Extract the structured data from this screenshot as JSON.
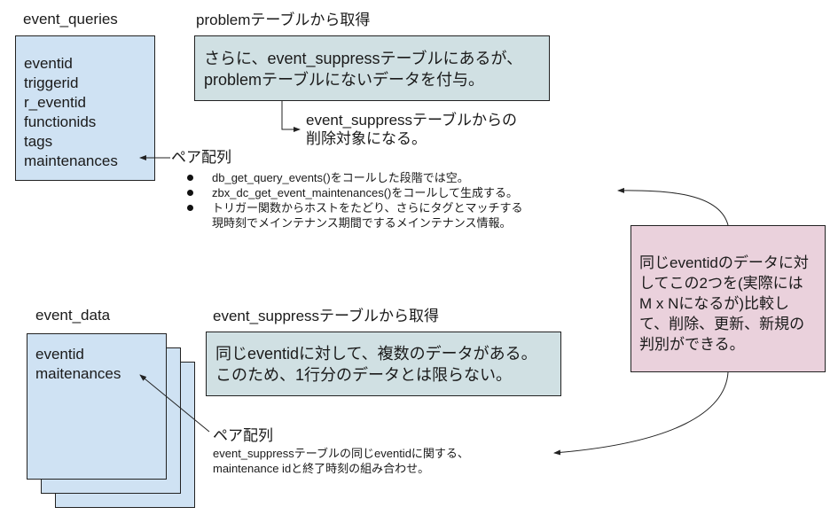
{
  "event_queries": {
    "title": "event_queries",
    "fields": [
      "eventid",
      "triggerid",
      "r_eventid",
      "functionids",
      "tags",
      "maintenances"
    ]
  },
  "problem_section": {
    "title": "problemテーブルから取得",
    "box_lines": [
      "さらに、event_suppressテーブルにあるが、",
      "problemテーブルにないデータを付与。"
    ],
    "note_lines": [
      "event_suppressテーブルからの",
      "削除対象になる。"
    ]
  },
  "maintenances_note": {
    "label": "ペア配列",
    "bullets": [
      {
        "lines": [
          "db_get_query_events()をコールした段階では空。"
        ]
      },
      {
        "lines": [
          "zbx_dc_get_event_maintenances()をコールして生成する。"
        ]
      },
      {
        "lines": [
          "トリガー関数からホストをたどり、さらにタグとマッチする",
          "現時刻でメインテナンス期間でするメインテナンス情報。"
        ]
      }
    ]
  },
  "comparison_box": {
    "lines": [
      "同じeventidのデータに対",
      "してこの2つを(実際には",
      "M x Nになるが)比較し",
      "て、削除、更新、新規の",
      "判別ができる。"
    ]
  },
  "event_data": {
    "title": "event_data",
    "fields": [
      "eventid",
      "maitenances"
    ]
  },
  "event_suppress_section": {
    "title": "event_suppressテーブルから取得",
    "box_lines": [
      "同じeventidに対して、複数のデータがある。",
      "このため、1行分のデータとは限らない。"
    ]
  },
  "event_data_note": {
    "label": "ペア配列",
    "lines": [
      "event_suppressテーブルの同じeventidに関する、",
      "maintenance idと終了時刻の組み合わせ。"
    ]
  },
  "colors": {
    "blue_box": "#cfe2f3",
    "teal_box": "#d0e0e3",
    "pink_box": "#ead1dc",
    "stroke": "#222222"
  }
}
